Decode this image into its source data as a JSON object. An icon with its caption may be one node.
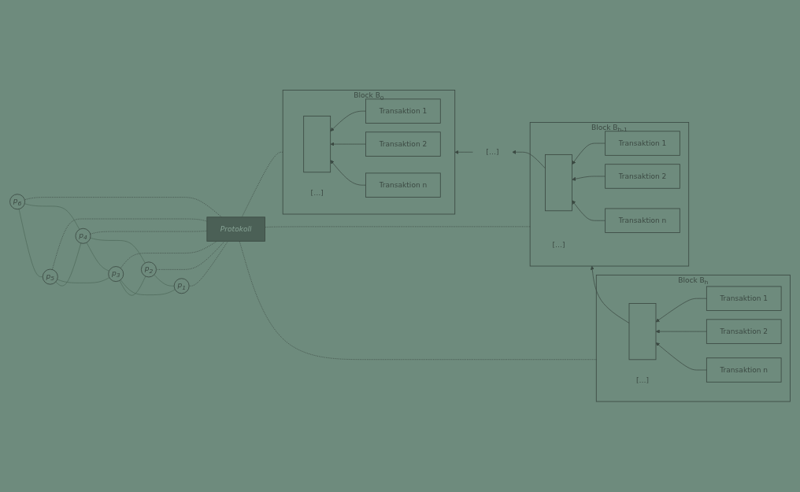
{
  "diagram": {
    "nodes": [
      {
        "text": [
          "Block B$_{0}$"
        ]
      },
      {
        "text": [],
        "shape": "bar",
        "in": 0
      },
      {
        "text": [
          "Transaktion 1"
        ],
        "in": 0
      },
      {
        "text": [
          "Transaktion 2"
        ],
        "in": 0
      },
      {
        "text": [
          "[…]"
        ],
        "in": 0
      },
      {
        "text": [
          "Transaktion n"
        ],
        "in": 0
      },
      {
        "text": [
          "[…]"
        ]
      },
      {
        "text": [
          "Block B$_{h-1}$"
        ]
      },
      {
        "text": [],
        "shape": "bar",
        "in": 7
      },
      {
        "text": [
          "Transaktion 1"
        ],
        "in": 7
      },
      {
        "text": [
          "Transaktion 2"
        ],
        "in": 7
      },
      {
        "text": [
          "[…]"
        ],
        "in": 7
      },
      {
        "text": [
          "Transaktion n"
        ],
        "in": 7
      },
      {
        "text": [
          "Block B$_{h}$"
        ]
      },
      {
        "text": [],
        "shape": "bar",
        "in": 13
      },
      {
        "text": [
          "Transaktion 1"
        ],
        "in": 13
      },
      {
        "text": [
          "Transaktion 2"
        ],
        "in": 13
      },
      {
        "text": [
          "[…]"
        ],
        "in": 13
      },
      {
        "text": [
          "Transaktion n"
        ],
        "in": 13
      },
      {
        "text": [
          "Protokoll"
        ]
      },
      {
        "text": [
          "p$_{1}$"
        ]
      },
      {
        "text": [
          "p$_{2}$"
        ]
      },
      {
        "text": [
          "p$_{3}$"
        ]
      },
      {
        "text": [
          "p$_{4}$"
        ]
      },
      {
        "text": [
          "p$_{5}$"
        ]
      },
      {
        "text": [
          "p$_{6}$"
        ]
      }
    ],
    "edges": [
      {
        "from": 2,
        "to": 1,
        "arrow": "to"
      },
      {
        "from": 3,
        "to": 1,
        "arrow": "to"
      },
      {
        "from": 5,
        "to": 1,
        "arrow": "to"
      },
      {
        "from": 9,
        "to": 8,
        "arrow": "to"
      },
      {
        "from": 10,
        "to": 8,
        "arrow": "to"
      },
      {
        "from": 12,
        "to": 8,
        "arrow": "to"
      },
      {
        "from": 15,
        "to": 14,
        "arrow": "to"
      },
      {
        "from": 16,
        "to": 14,
        "arrow": "to"
      },
      {
        "from": 18,
        "to": 14,
        "arrow": "to"
      },
      {
        "from": 8,
        "to": 6,
        "arrow": "to"
      },
      {
        "from": 6,
        "to": 0,
        "arrow": "to"
      },
      {
        "from": 14,
        "to": 7,
        "arrow": "to"
      },
      {
        "from": 0,
        "to": 19,
        "arrow": "none",
        "style": "dashed"
      },
      {
        "from": 7,
        "to": 19,
        "arrow": "none",
        "style": "dashed"
      },
      {
        "from": 13,
        "to": 19,
        "arrow": "none",
        "style": "dashed"
      },
      {
        "from": 19,
        "to": 20,
        "arrow": "none",
        "style": "dashed"
      },
      {
        "from": 19,
        "to": 21,
        "arrow": "none",
        "style": "dashed"
      },
      {
        "from": 19,
        "to": 22,
        "arrow": "none",
        "style": "dashed"
      },
      {
        "from": 19,
        "to": 23,
        "arrow": "none",
        "style": "dashed"
      },
      {
        "from": 19,
        "to": 24,
        "arrow": "none",
        "style": "dashed"
      },
      {
        "from": 19,
        "to": 25,
        "arrow": "none",
        "style": "dashed"
      },
      {
        "from": 20,
        "to": 21,
        "arrow": "none"
      },
      {
        "from": 20,
        "to": 22,
        "arrow": "none"
      },
      {
        "from": 21,
        "to": 22,
        "arrow": "none"
      },
      {
        "from": 21,
        "to": 23,
        "arrow": "none"
      },
      {
        "from": 22,
        "to": 23,
        "arrow": "none"
      },
      {
        "from": 22,
        "to": 24,
        "arrow": "none"
      },
      {
        "from": 23,
        "to": 24,
        "arrow": "none"
      },
      {
        "from": 23,
        "to": 25,
        "arrow": "none"
      },
      {
        "from": 24,
        "to": 25,
        "arrow": "none"
      }
    ]
  }
}
